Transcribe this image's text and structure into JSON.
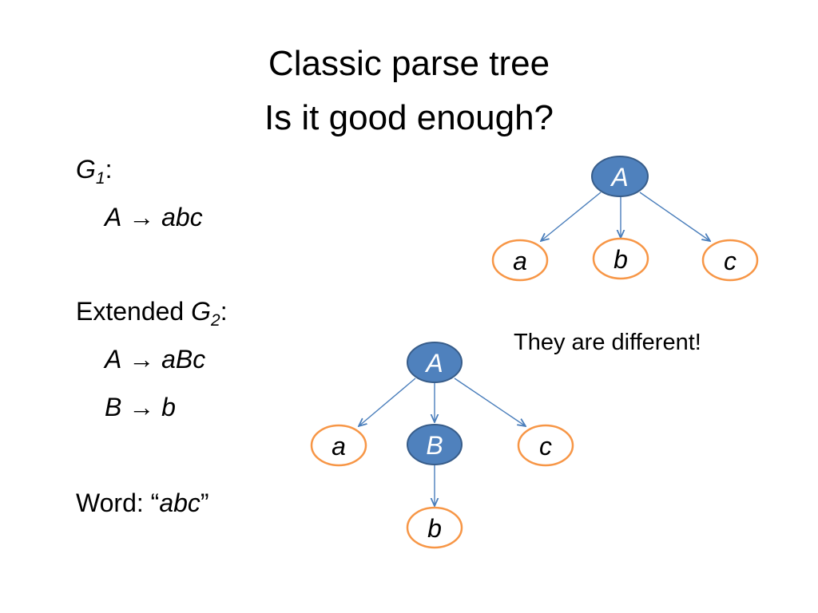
{
  "title": {
    "line1": "Classic parse tree",
    "line2": "Is it good enough?"
  },
  "g1": {
    "name": "G",
    "sub": "1",
    "colon": ":",
    "rule_lhs": "A",
    "arrow": "→",
    "rule_rhs": "abc"
  },
  "g2": {
    "prefix": "Extended ",
    "name": "G",
    "sub": "2",
    "colon": ":",
    "rule1_lhs": "A",
    "rule1_rhs": "aBc",
    "rule2_lhs": "B",
    "rule2_rhs": "b",
    "arrow": "→"
  },
  "word": {
    "label": "Word: ",
    "open_quote": "“",
    "value": "abc",
    "close_quote": "”"
  },
  "note": "They are different!",
  "colors": {
    "nonterminal_fill": "#4f81bd",
    "nonterminal_stroke": "#385d8a",
    "terminal_stroke": "#f79646",
    "edge": "#4a7ebb"
  },
  "tree1": {
    "root": "A",
    "children": [
      "a",
      "b",
      "c"
    ]
  },
  "tree2": {
    "root": "A",
    "children": [
      "a",
      "B",
      "c"
    ],
    "grandchild": "b"
  }
}
